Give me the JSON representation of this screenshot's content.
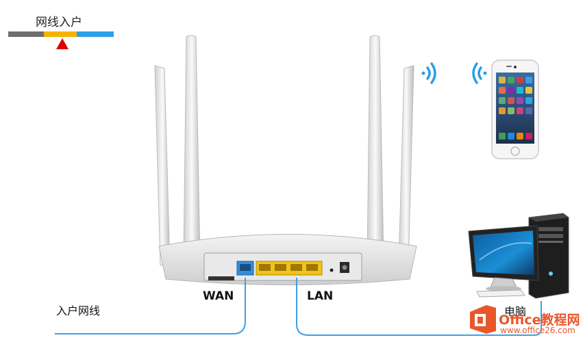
{
  "header": {
    "title": "网线入户",
    "colors": {
      "gray": "#6e6e6e",
      "yellow": "#f5b400",
      "blue": "#2f9fe8",
      "marker": "#e00000"
    }
  },
  "labels": {
    "wan": "WAN",
    "lan": "LAN",
    "home_cable": "入户网线",
    "computer": "电脑"
  },
  "watermark": {
    "brand": "Office教程网",
    "url": "www.office26.com"
  },
  "cable_color": "#3ba0e6",
  "icons": [
    "router-icon",
    "antenna-icon",
    "wifi-signal-icon",
    "smartphone-icon",
    "desktop-computer-icon",
    "office-logo-icon"
  ]
}
